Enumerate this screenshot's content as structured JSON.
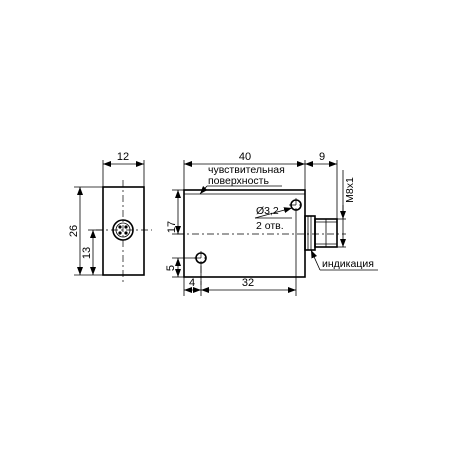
{
  "dimensions": {
    "side_width": "12",
    "total_height": "26",
    "center_height": "13",
    "body_length": "40",
    "connector_length": "9",
    "hole_upper_height": "17",
    "hole_lower_height": "5",
    "hole_offset": "4",
    "hole_spacing": "32",
    "thread": "M8x1"
  },
  "labels": {
    "sensing_surface_line1": "чувствительная",
    "sensing_surface_line2": "поверхность",
    "hole_diameter": "Ø3,2",
    "hole_count": "2 отв.",
    "indication": "индикация"
  }
}
